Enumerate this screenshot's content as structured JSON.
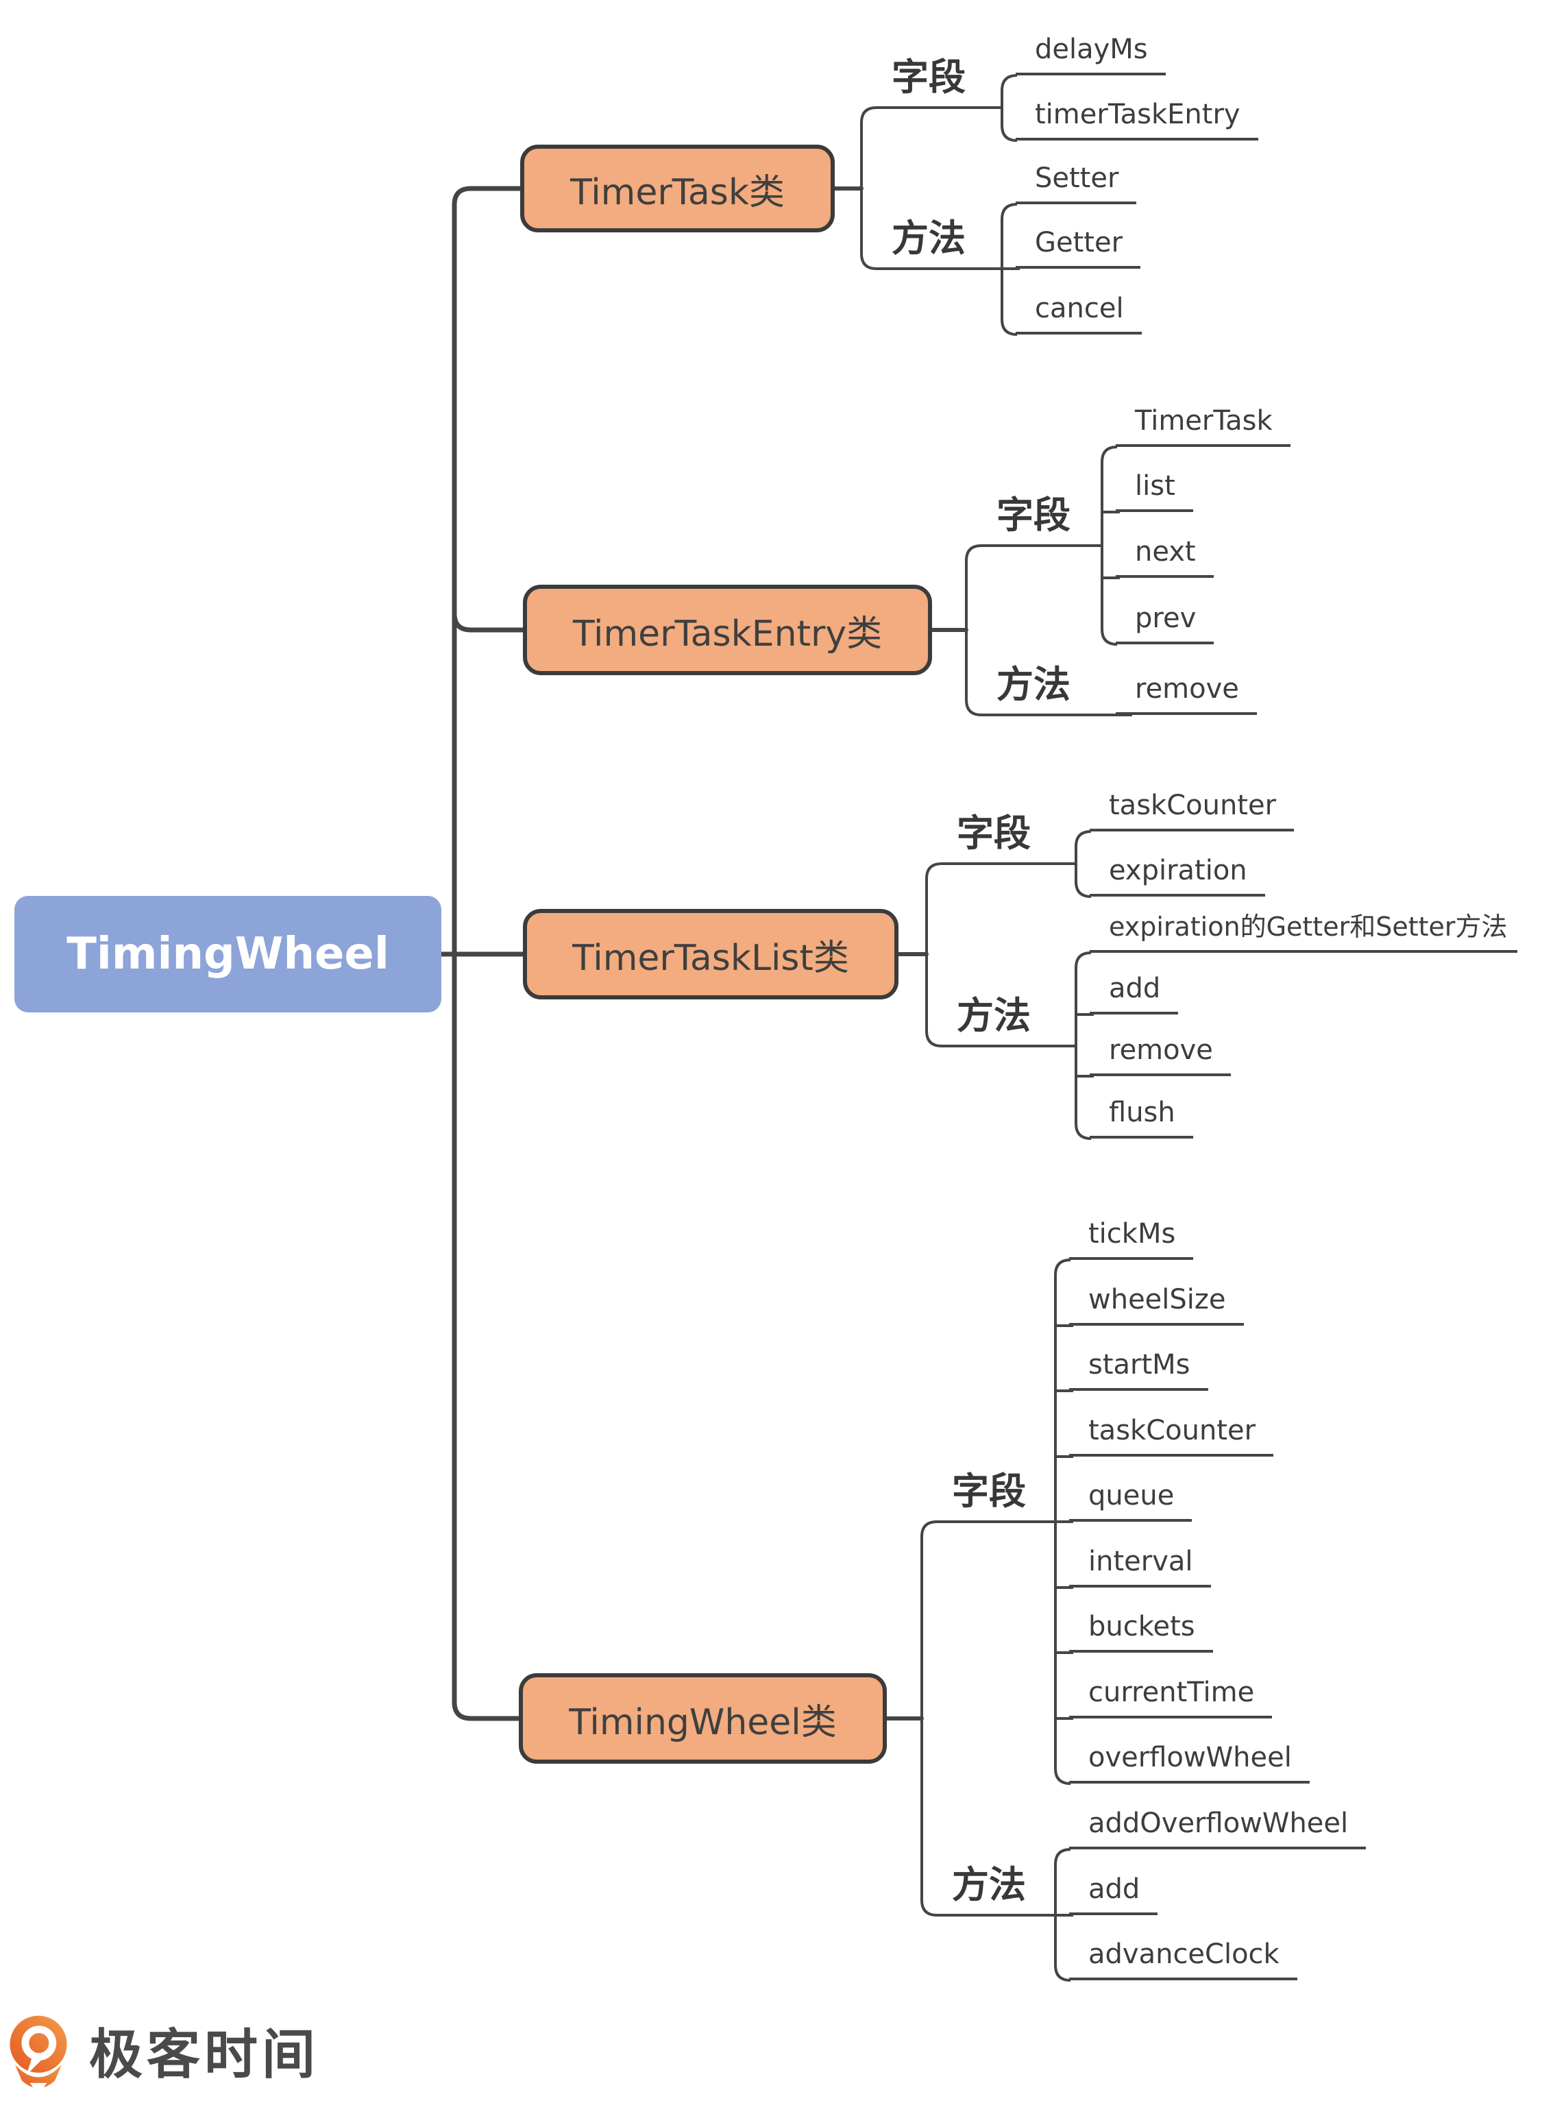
{
  "root": {
    "label": "TimingWheel"
  },
  "branches": [
    {
      "label": "TimerTask类",
      "groups": [
        {
          "label": "字段",
          "items": [
            "delayMs",
            "timerTaskEntry"
          ]
        },
        {
          "label": "方法",
          "items": [
            "Setter",
            "Getter",
            "cancel"
          ]
        }
      ]
    },
    {
      "label": "TimerTaskEntry类",
      "groups": [
        {
          "label": "字段",
          "items": [
            "TimerTask",
            "list",
            "next",
            "prev"
          ]
        },
        {
          "label": "方法",
          "items": [
            "remove"
          ]
        }
      ]
    },
    {
      "label": "TimerTaskList类",
      "groups": [
        {
          "label": "字段",
          "items": [
            "taskCounter",
            "expiration"
          ]
        },
        {
          "label": "方法",
          "items": [
            "expiration的Getter和Setter方法",
            "add",
            "remove",
            "flush"
          ]
        }
      ]
    },
    {
      "label": "TimingWheel类",
      "groups": [
        {
          "label": "字段",
          "items": [
            "tickMs",
            "wheelSize",
            "startMs",
            "taskCounter",
            "queue",
            "interval",
            "buckets",
            "currentTime",
            "overflowWheel"
          ]
        },
        {
          "label": "方法",
          "items": [
            "addOverflowWheel",
            "add",
            "advanceClock"
          ]
        }
      ]
    }
  ],
  "logo": {
    "text": "极客时间"
  },
  "colors": {
    "branch_fill": "#F2AC7F",
    "branch_border": "#3B3B3B",
    "root_fill": "#8CA4D7",
    "root_text": "#FFFFFF",
    "line": "#454545",
    "leaf_text": "#3D3D3D",
    "logo_orange_light": "#F29B4C",
    "logo_orange_dark": "#E55A1F"
  }
}
